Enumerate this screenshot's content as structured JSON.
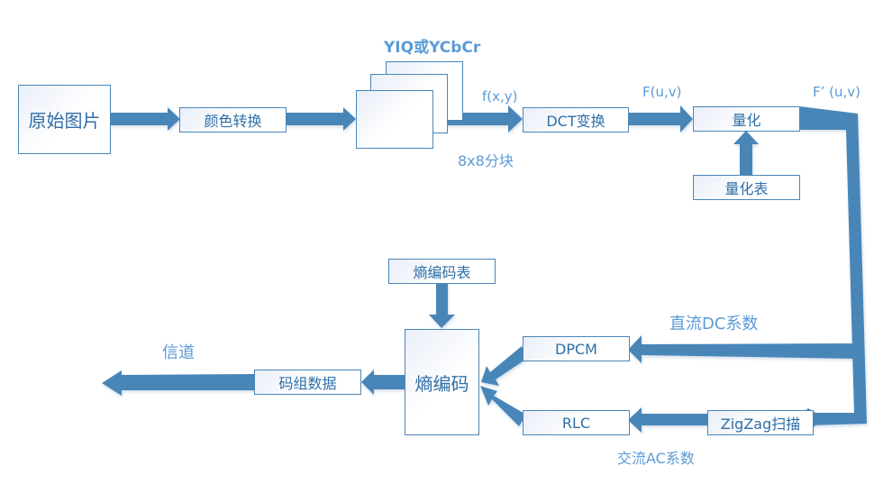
{
  "diagram": {
    "title": "JPEG compression flow",
    "colors": {
      "arrow": "#4a86b8",
      "box_border": "#4a86b8",
      "text": "#2f6fa8",
      "label": "#5b9bd5"
    },
    "boxes": {
      "original_image": "原始图片",
      "color_convert": "颜色转换",
      "stacked_blocks": "",
      "dct": "DCT变换",
      "quantize": "量化",
      "quant_table": "量化表",
      "zigzag": "ZigZag扫描",
      "dpcm": "DPCM",
      "rlc": "RLC",
      "entropy_table": "熵编码表",
      "entropy_coding": "熵编码",
      "code_data": "码组数据"
    },
    "labels": {
      "color_space": "YIQ或YCbCr",
      "fxy": "f(x,y)",
      "block_split": "8x8分块",
      "fuv": "F(u,v)",
      "fprime_uv": "F’ (u,v)",
      "dc_coeff": "直流DC系数",
      "ac_coeff": "交流AC系数",
      "channel": "信道"
    }
  }
}
